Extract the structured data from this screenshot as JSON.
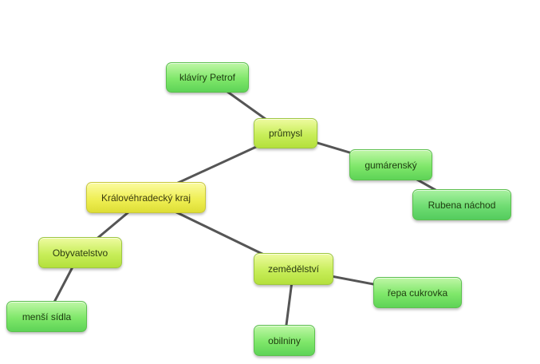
{
  "nodes": {
    "kraj": "Královéhradecký kraj",
    "prumysl": "průmysl",
    "klaviry": "klávíry Petrof",
    "gumarensky": "gumárenský",
    "rubena": "Rubena náchod",
    "obyvatelstvo": "Obyvatelstvo",
    "mensi_sidla": "menší sídla",
    "zemedelstvi": "zemědělství",
    "repa": "řepa cukrovka",
    "obilniny": "obilniny"
  },
  "edges": [
    [
      "kraj",
      "prumysl"
    ],
    [
      "prumysl",
      "klaviry"
    ],
    [
      "prumysl",
      "gumarensky"
    ],
    [
      "gumarensky",
      "rubena"
    ],
    [
      "kraj",
      "obyvatelstvo"
    ],
    [
      "obyvatelstvo",
      "mensi_sidla"
    ],
    [
      "kraj",
      "zemedelstvi"
    ],
    [
      "zemedelstvi",
      "repa"
    ],
    [
      "zemedelstvi",
      "obilniny"
    ]
  ],
  "colors": {
    "root_fill": "#efef55",
    "branch_fill": "#c8ee5a",
    "leaf_fill": "#7fe76a",
    "edge": "#555555"
  }
}
